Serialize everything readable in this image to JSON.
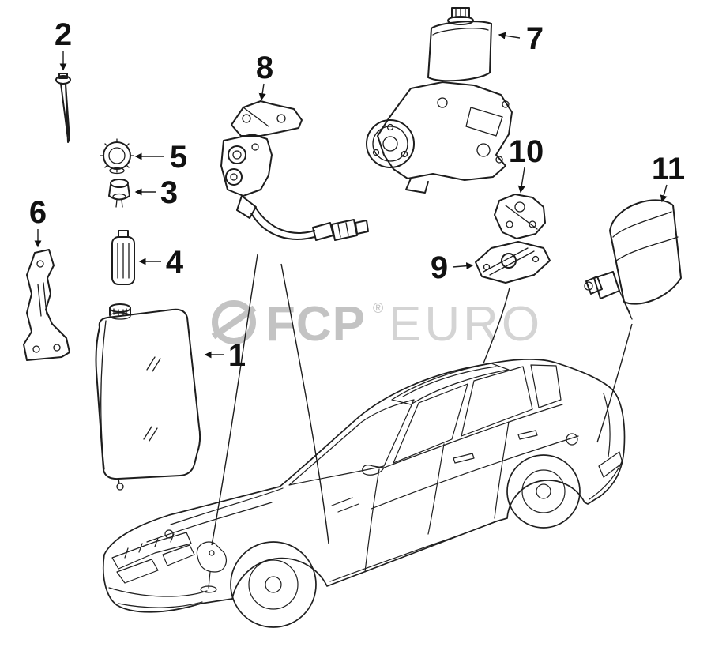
{
  "diagram": {
    "title": "vehicle-hydraulic-system-parts-diagram",
    "watermark": {
      "brand_first": "FCP",
      "brand_reg": "®",
      "brand_second": "EURO",
      "color_solid": "#c3c3c3",
      "color_light": "#d4d4d4"
    },
    "callouts": [
      {
        "label": "1"
      },
      {
        "label": "2"
      },
      {
        "label": "3"
      },
      {
        "label": "4"
      },
      {
        "label": "5"
      },
      {
        "label": "6"
      },
      {
        "label": "7"
      },
      {
        "label": "8"
      },
      {
        "label": "9"
      },
      {
        "label": "10"
      },
      {
        "label": "11"
      }
    ],
    "colors": {
      "line": "#1d1d1d",
      "background": "#ffffff"
    }
  }
}
